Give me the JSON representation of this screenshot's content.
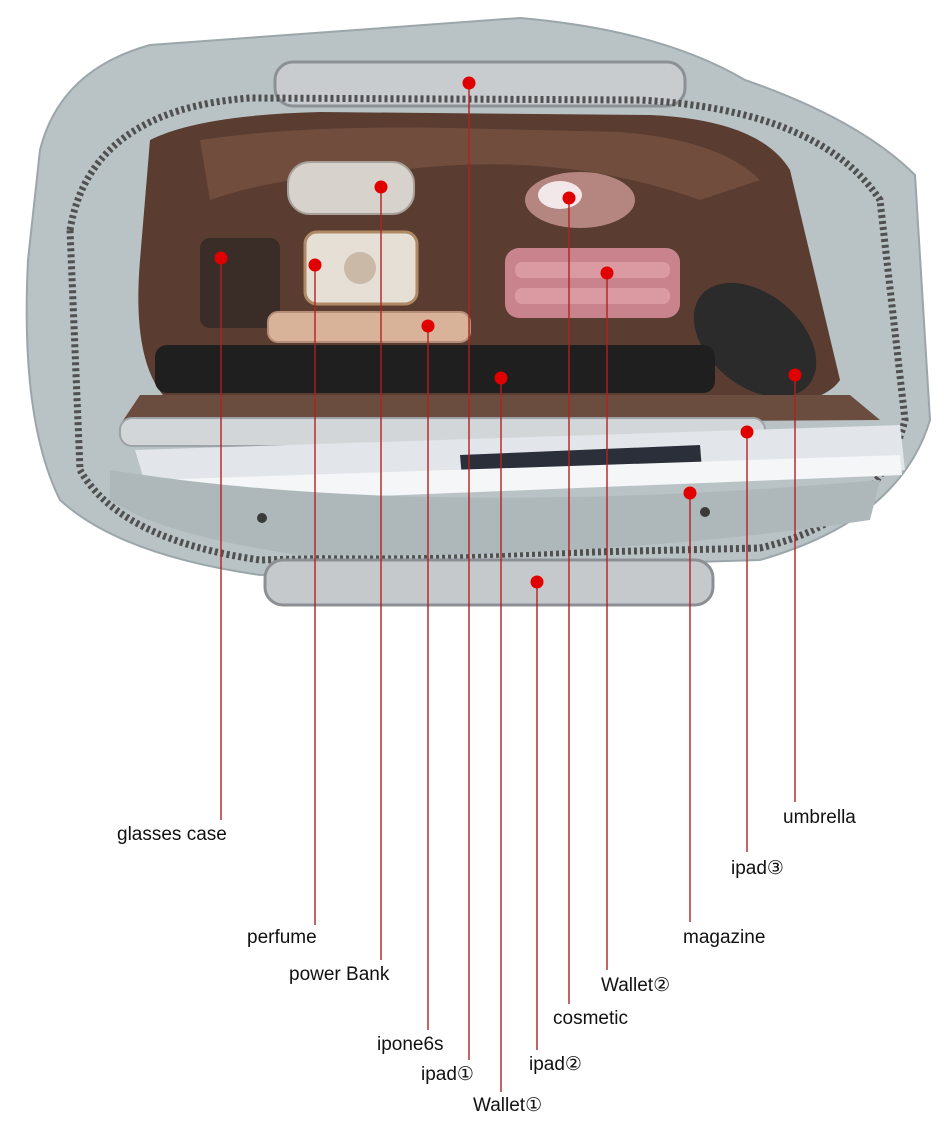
{
  "colors": {
    "pointer": "#e00000",
    "leader_line": "#b22222",
    "label_text": "#111111",
    "bag_leather": "#b9c3c6",
    "bag_lining": "#5a3d30",
    "zipper": "#505050"
  },
  "callouts": [
    {
      "key": "glasses-case",
      "label": "glasses case"
    },
    {
      "key": "perfume",
      "label": "perfume"
    },
    {
      "key": "power-bank",
      "label": "power Bank"
    },
    {
      "key": "iphone6s",
      "label": "ipone6s"
    },
    {
      "key": "ipad-1",
      "label": "ipad①"
    },
    {
      "key": "wallet-1",
      "label": "Wallet①"
    },
    {
      "key": "ipad-2",
      "label": "ipad②"
    },
    {
      "key": "cosmetic",
      "label": "cosmetic"
    },
    {
      "key": "wallet-2",
      "label": "Wallet②"
    },
    {
      "key": "magazine",
      "label": "magazine"
    },
    {
      "key": "ipad-3",
      "label": "ipad③"
    },
    {
      "key": "umbrella",
      "label": "umbrella"
    }
  ]
}
